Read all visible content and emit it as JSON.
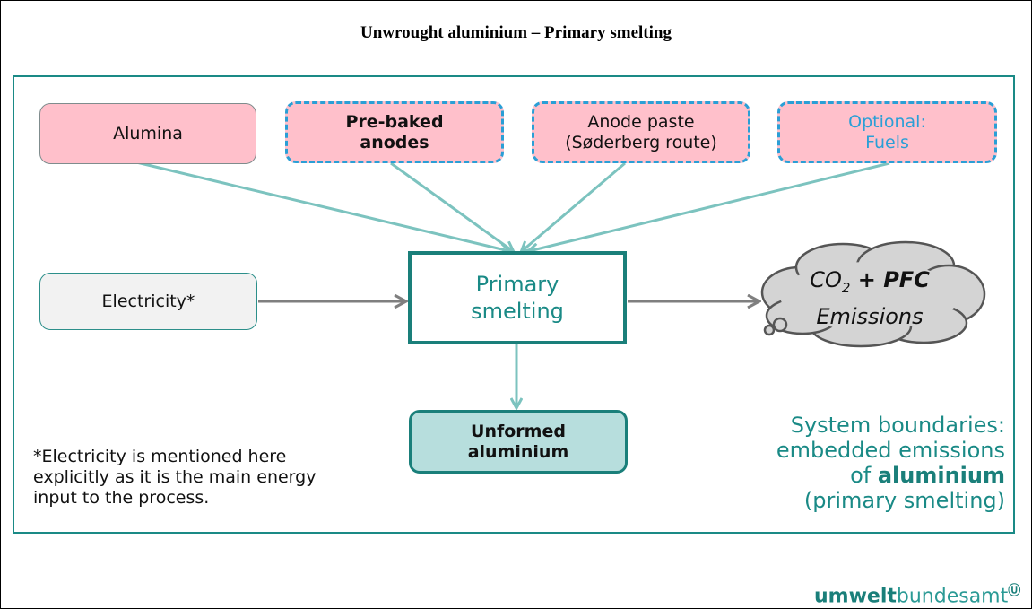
{
  "title": "Unwrought aluminium – Primary smelting",
  "inputs": {
    "alumina": "Alumina",
    "prebaked_line1": "Pre-baked",
    "prebaked_line2": "anodes",
    "anode_paste_line1": "Anode paste",
    "anode_paste_line2": "(Søderberg route)",
    "fuels_line1": "Optional:",
    "fuels_line2": "Fuels",
    "electricity": "Electricity*"
  },
  "process": {
    "line1": "Primary",
    "line2": "smelting"
  },
  "output": {
    "line1": "Unformed",
    "line2": "aluminium"
  },
  "emissions": {
    "co": "CO",
    "sub": "2",
    "plus_pfc": " + PFC",
    "line2": "Emissions"
  },
  "note": "*Electricity is mentioned here explicitly as it is the main energy input to the process.",
  "boundary": {
    "line1": "System boundaries:",
    "line2": "embedded emissions",
    "line3_prefix": "of ",
    "line3_bold": "aluminium",
    "line4": "(primary smelting)"
  },
  "logo": {
    "bold": "umwelt",
    "light": "bundesamt",
    "mark": "Ⓤ"
  },
  "colors": {
    "teal": "#1a8a86",
    "arrow_teal": "#7cc3bf",
    "arrow_grey": "#7f7f7f",
    "pink": "#ffc0cb",
    "dash_blue": "#2a9fd6"
  }
}
